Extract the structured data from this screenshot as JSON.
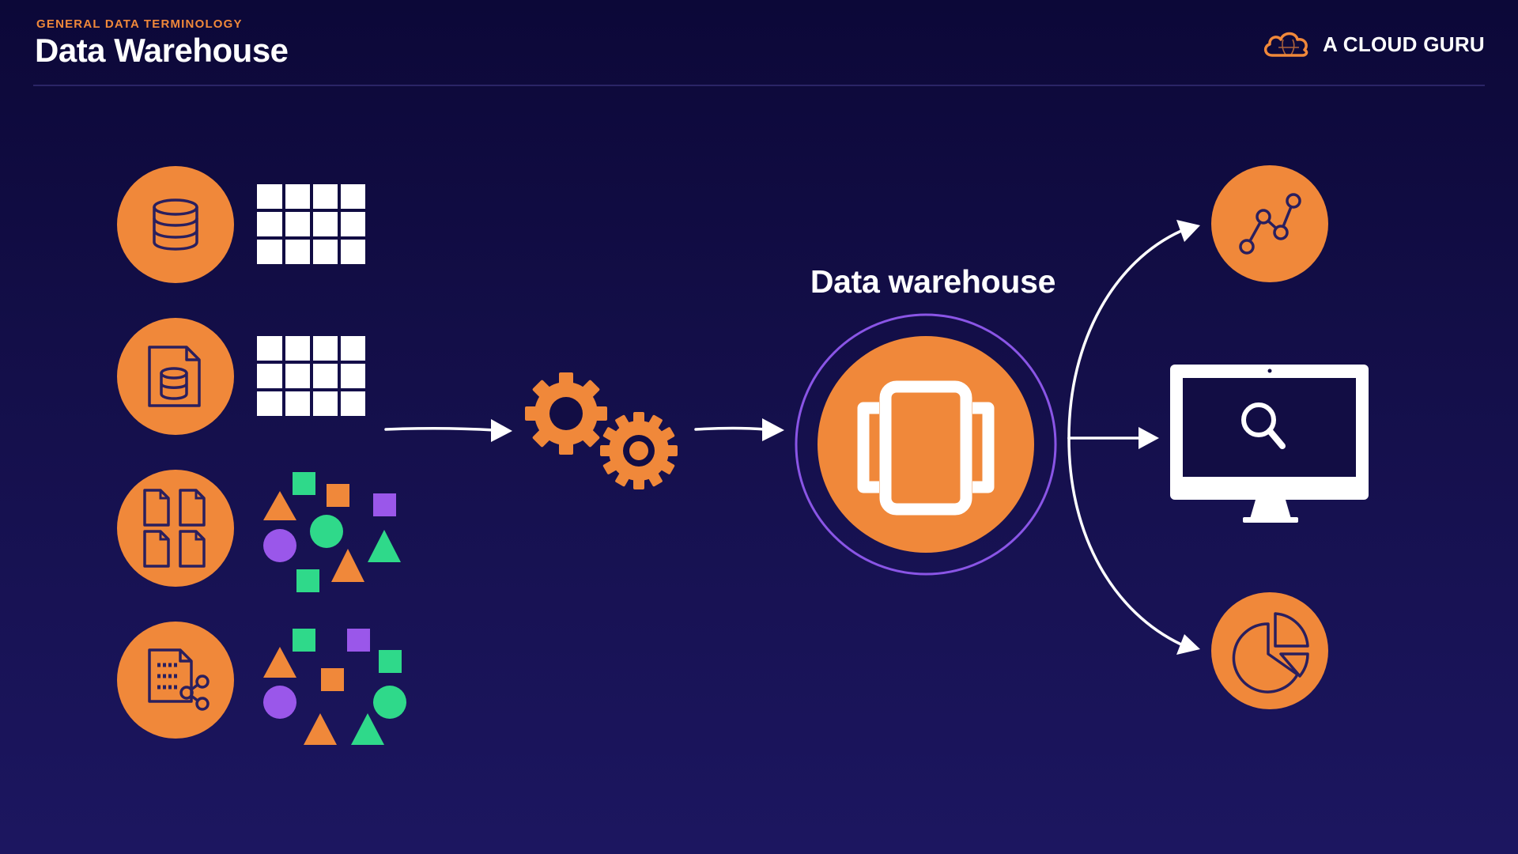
{
  "header": {
    "eyebrow": "GENERAL DATA TERMINOLOGY",
    "title": "Data Warehouse"
  },
  "brand": {
    "name": "A CLOUD GURU",
    "logo_icon": "cloud-logo-icon"
  },
  "diagram": {
    "warehouse_label": "Data warehouse",
    "sources": [
      {
        "icon": "database-icon",
        "data": "structured-table-icon"
      },
      {
        "icon": "document-database-icon",
        "data": "structured-table-icon"
      },
      {
        "icon": "documents-icon",
        "data": "unstructured-shapes-icon"
      },
      {
        "icon": "file-share-icon",
        "data": "unstructured-shapes-icon"
      }
    ],
    "processing_icon": "gears-icon",
    "warehouse_icon": "warehouse-icon",
    "outputs": [
      {
        "icon": "line-chart-icon"
      },
      {
        "icon": "monitor-search-icon"
      },
      {
        "icon": "pie-chart-icon"
      }
    ]
  },
  "colors": {
    "background_top": "#0c0838",
    "background_bottom": "#1c1660",
    "accent_orange": "#f0883a",
    "accent_green": "#2fd98a",
    "accent_purple": "#9a57ea",
    "icon_stroke": "#2a1f5e",
    "ring_purple": "#8a55e6"
  }
}
